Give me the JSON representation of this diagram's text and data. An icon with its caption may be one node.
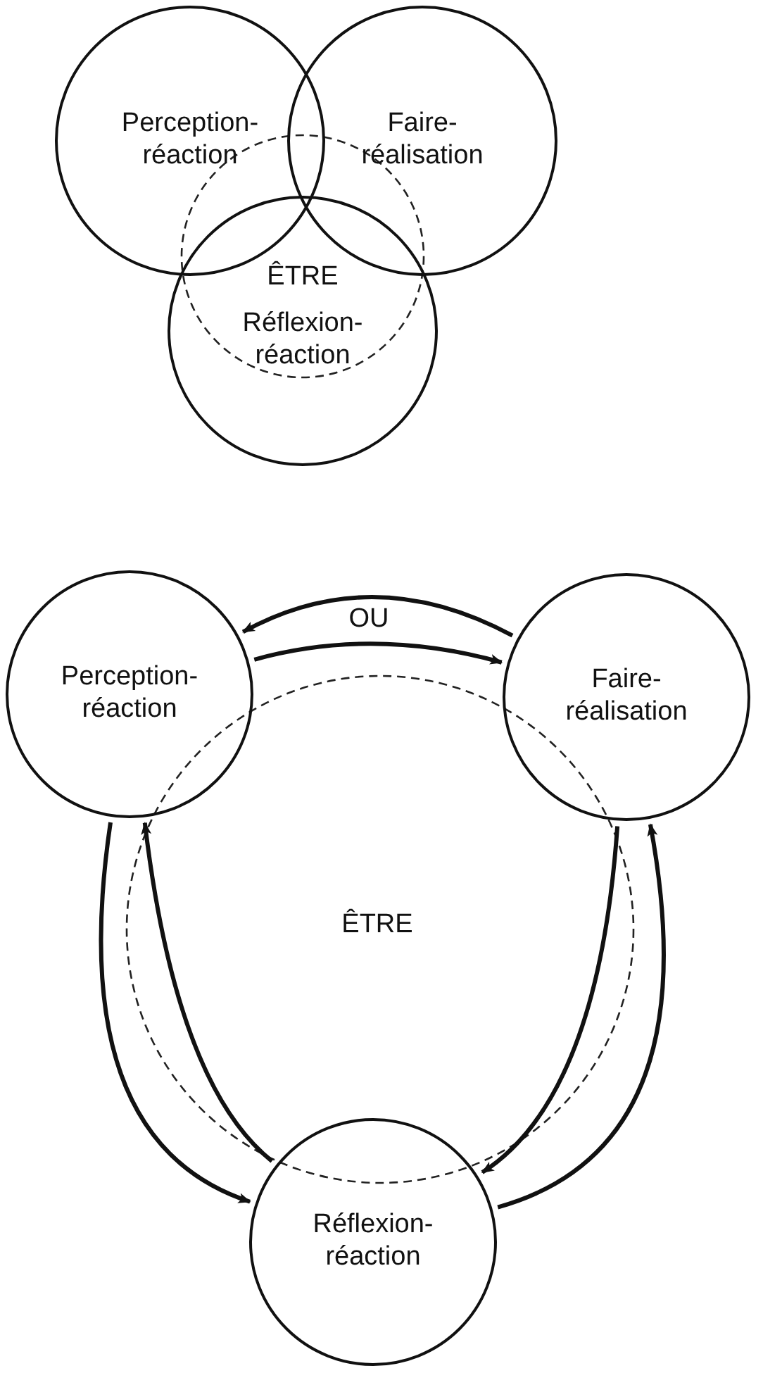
{
  "diagram": {
    "nodes": [
      {
        "text": [
          "Perception-réaction"
        ]
      },
      {
        "text": [
          "Faire-réalisation"
        ]
      },
      {
        "text": [
          "Réflexion-réaction"
        ]
      },
      {
        "text": [
          "Perception-réaction"
        ]
      },
      {
        "text": [
          "Faire-réalisation"
        ]
      },
      {
        "text": [
          "Réflexion-réaction"
        ]
      }
    ],
    "edges": [
      {
        "from": 4,
        "to": 3,
        "arrow": "to"
      },
      {
        "from": 3,
        "to": 4,
        "arrow": "to"
      },
      {
        "from": 3,
        "to": 5,
        "arrow": "to"
      },
      {
        "from": 5,
        "to": 3,
        "arrow": "to"
      },
      {
        "from": 4,
        "to": 5,
        "arrow": "to"
      },
      {
        "from": 5,
        "to": 4,
        "arrow": "to"
      }
    ],
    "labels": [
      "ÊTRE",
      "OU",
      "ÊTRE"
    ]
  }
}
